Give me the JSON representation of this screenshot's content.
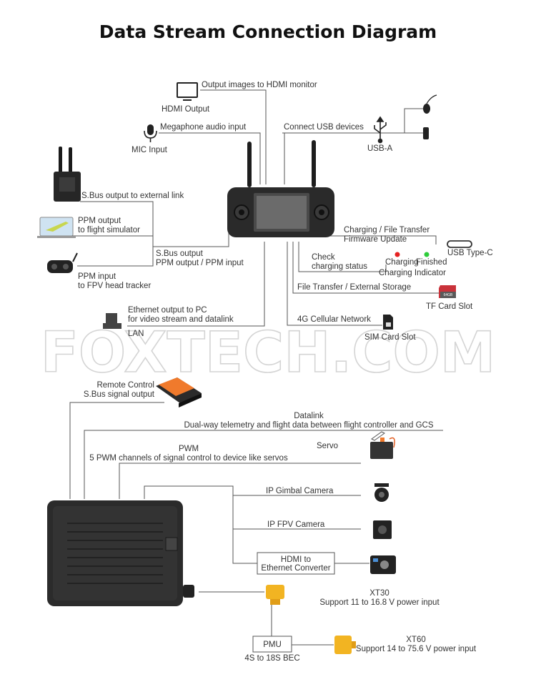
{
  "title": "Data Stream Connection Diagram",
  "watermark": "FOXTECH.COM",
  "labels": {
    "hdmi_output_desc": "Output images to HDMI monitor",
    "hdmi_output": "HDMI Output",
    "mic_desc": "Megaphone audio input",
    "mic": "MIC Input",
    "usb_desc": "Connect USB devices",
    "usb_a": "USB-A",
    "sbus_external": "S.Bus output to external link",
    "ppm_sim_1": "PPM output",
    "ppm_sim_2": "to flight simulator",
    "ppm_fpv_1": "PPM input",
    "ppm_fpv_2": "to FPV head tracker",
    "sbus_ppm_1": "S.Bus output",
    "sbus_ppm_2": "PPM output / PPM input",
    "charging_1": "Charging / File Transfer",
    "charging_2": "Firmware Update",
    "usb_c": "USB Type-C",
    "check_1": "Check",
    "check_2": "charging status",
    "led_charging": "Charging",
    "led_finished": "Finished",
    "charging_indicator": "Charging Indicator",
    "file_transfer": "File Transfer / External Storage",
    "tf_slot": "TF Card Slot",
    "ethernet_1": "Ethernet output to PC",
    "ethernet_2": "for video stream and datalink",
    "lan": "LAN",
    "cellular": "4G Cellular Network",
    "sim_slot": "SIM Card Slot",
    "rc_sbus_1": "Remote Control",
    "rc_sbus_2": "S.Bus signal output",
    "datalink": "Datalink",
    "datalink_desc": "Dual-way telemetry and flight data between flight controller and GCS",
    "pwm": "PWM",
    "pwm_desc": "5 PWM channels of signal control to device like servos",
    "servo": "Servo",
    "ip_gimbal": "IP Gimbal Camera",
    "ip_fpv": "IP FPV Camera",
    "hdmi_conv_1": "HDMI to",
    "hdmi_conv_2": "Ethernet Converter",
    "xt30": "XT30",
    "xt30_desc": "Support 11 to 16.8 V power input",
    "pmu": "PMU",
    "bec": "4S to 18S BEC",
    "xt60": "XT60",
    "xt60_desc": "Support 14 to 75.6 V power input",
    "sd_card": "64GB"
  },
  "colors": {
    "line": "#555555",
    "led_charging": "#e52222",
    "led_finished": "#2ecc3a",
    "orange": "#f07a2c",
    "xt60_yellow": "#f2b422",
    "device_dark": "#2b2b2b"
  }
}
